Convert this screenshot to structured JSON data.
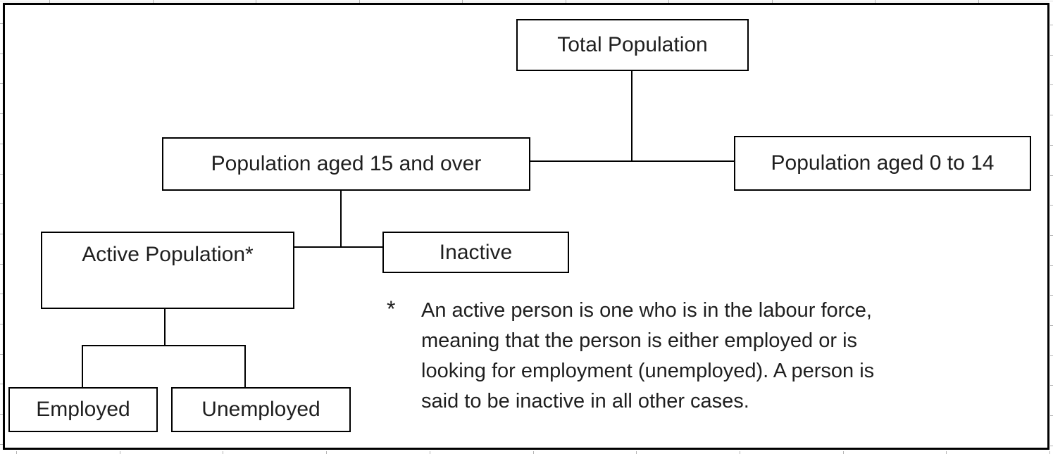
{
  "diagram": {
    "nodes": {
      "total": {
        "label": "Total Population"
      },
      "pop15over": {
        "label": "Population aged 15 and over"
      },
      "pop0to14": {
        "label": "Population aged 0 to 14"
      },
      "active": {
        "label": "Active Population*"
      },
      "inactive": {
        "label": "Inactive"
      },
      "employed": {
        "label": "Employed"
      },
      "unemployed": {
        "label": "Unemployed"
      }
    },
    "edges": [
      {
        "from": "Total Population",
        "to": "Population aged 15 and over"
      },
      {
        "from": "Total Population",
        "to": "Population aged 0 to 14"
      },
      {
        "from": "Population aged 15 and over",
        "to": "Active Population*"
      },
      {
        "from": "Population aged 15 and over",
        "to": "Inactive"
      },
      {
        "from": "Active Population*",
        "to": "Employed"
      },
      {
        "from": "Active Population*",
        "to": "Unemployed"
      }
    ],
    "footnote": {
      "marker": "*",
      "lines": [
        "An active person is one who is in the labour force,",
        "meaning that the person is either employed or is",
        "looking for employment (unemployed). A person is",
        "said to be inactive in all other cases."
      ]
    },
    "colors": {
      "box_border": "#000000",
      "text": "#1f1f1f",
      "background": "#ffffff",
      "gridline": "#b4b4b4"
    }
  }
}
